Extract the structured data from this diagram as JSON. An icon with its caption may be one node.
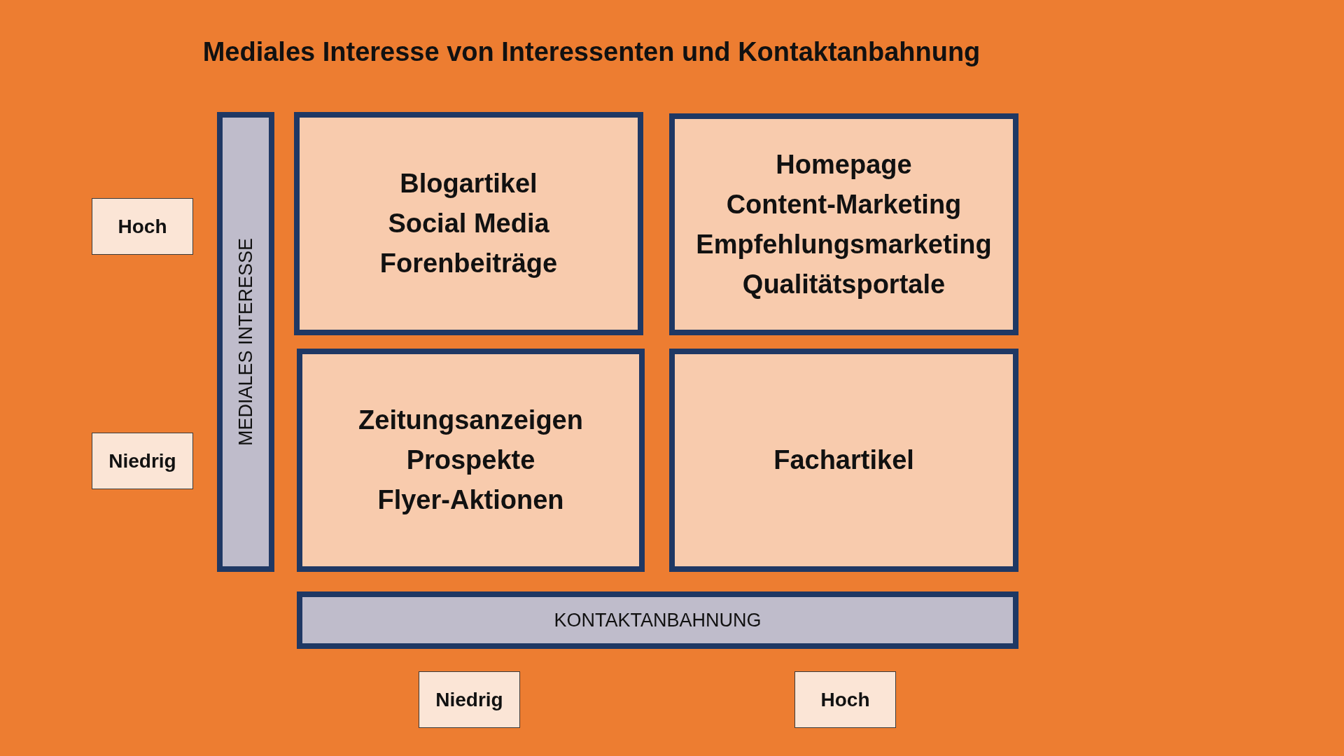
{
  "diagram": {
    "title": "Mediales Interesse von Interessenten und Kontaktanbahnung",
    "nodes": [
      {
        "text": [
          "Hoch"
        ]
      },
      {
        "text": [
          "Niedrig"
        ]
      },
      {
        "text": [
          "MEDIALES INTERESSE"
        ]
      },
      {
        "text": [
          "Blogartikel",
          "Social Media",
          "Forenbeiträge"
        ]
      },
      {
        "text": [
          "Homepage",
          "Content-Marketing",
          "Empfehlungsmarketing",
          "Qualitätsportale"
        ]
      },
      {
        "text": [
          "Zeitungsanzeigen",
          "Prospekte",
          "Flyer-Aktionen"
        ]
      },
      {
        "text": [
          "Fachartikel"
        ]
      },
      {
        "text": [
          "KONTAKTANBAHNUNG"
        ]
      },
      {
        "text": [
          "Niedrig"
        ]
      },
      {
        "text": [
          "Hoch"
        ]
      }
    ]
  }
}
